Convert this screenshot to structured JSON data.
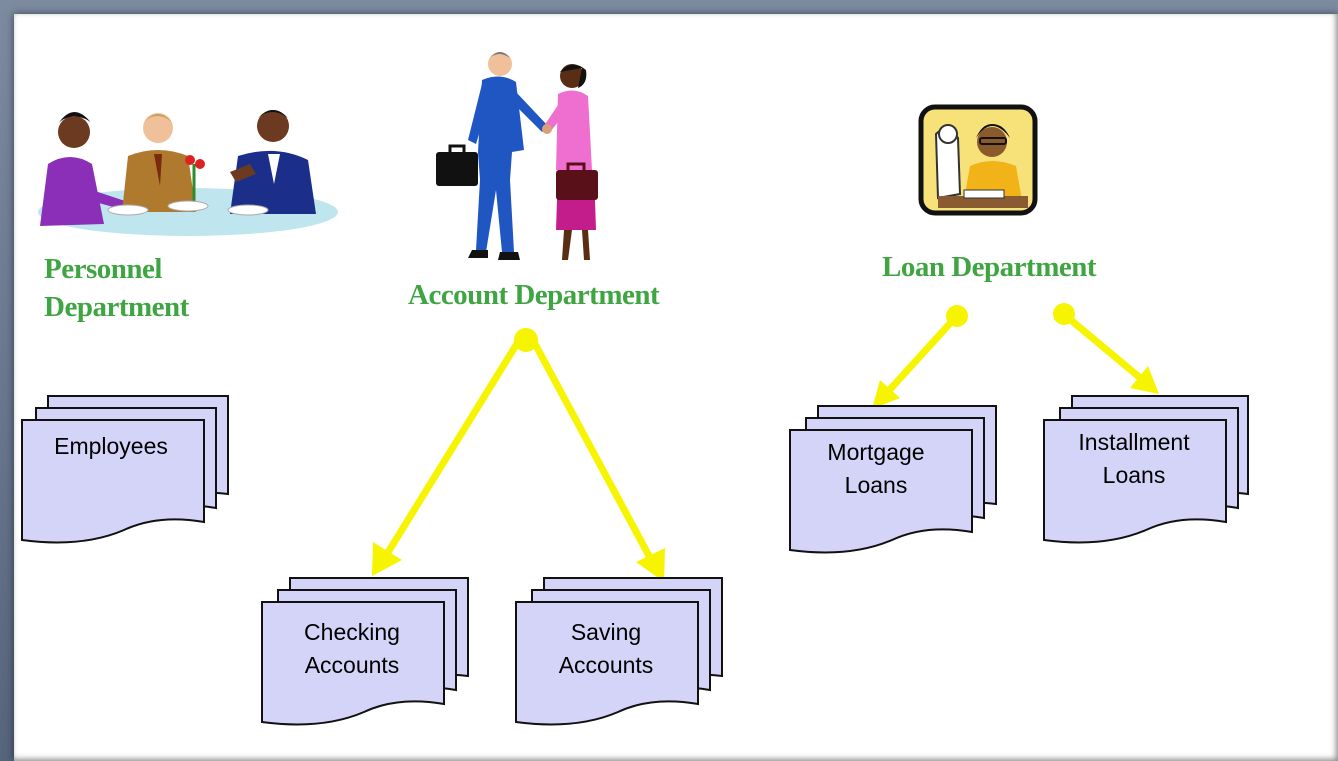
{
  "departments": {
    "personnel": {
      "title": "Personnel\nDepartment",
      "icon": "meeting-people-clipart"
    },
    "account": {
      "title": "Account Department",
      "icon": "handshake-clipart"
    },
    "loan": {
      "title": "Loan Department",
      "icon": "loan-officer-clipart"
    }
  },
  "documents": {
    "employees": "Employees",
    "checking": "Checking\nAccounts",
    "saving": "Saving\nAccounts",
    "mortgage": "Mortgage\nLoans",
    "installment": "Installment\nLoans"
  },
  "colors": {
    "title_green": "#3fa542",
    "arrow_yellow": "#f6f400",
    "doc_fill": "#d4d4f8",
    "frame": "#5f6f85"
  }
}
